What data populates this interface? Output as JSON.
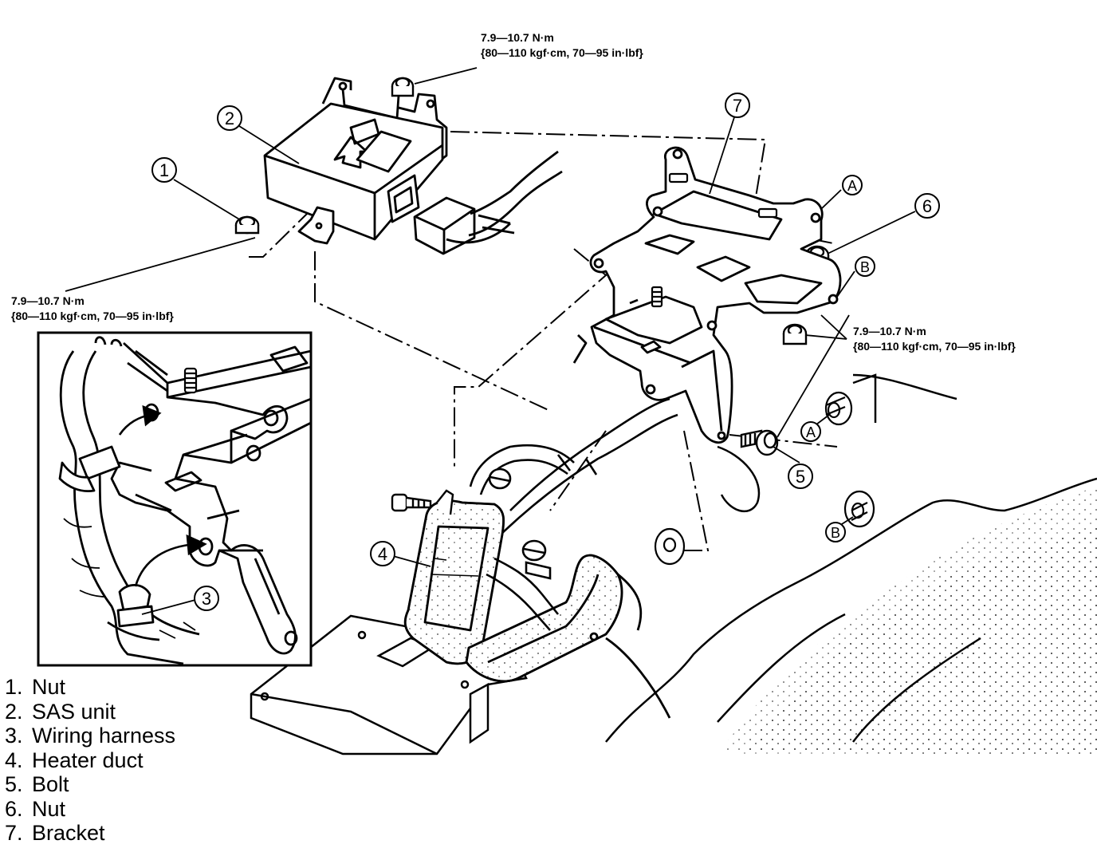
{
  "torque_spec": {
    "value": "7.9—10.7 N·m",
    "alt_units": "{80—110 kgf·cm, 70—95 in·lbf}"
  },
  "callouts": [
    "1",
    "2",
    "3",
    "4",
    "5",
    "6",
    "7"
  ],
  "reference_letters": [
    "A",
    "B"
  ],
  "legend": [
    {
      "number": "1.",
      "label": "Nut"
    },
    {
      "number": "2.",
      "label": "SAS unit"
    },
    {
      "number": "3.",
      "label": "Wiring harness"
    },
    {
      "number": "4.",
      "label": "Heater duct"
    },
    {
      "number": "5.",
      "label": "Bolt"
    },
    {
      "number": "6.",
      "label": "Nut"
    },
    {
      "number": "7.",
      "label": "Bracket"
    }
  ]
}
